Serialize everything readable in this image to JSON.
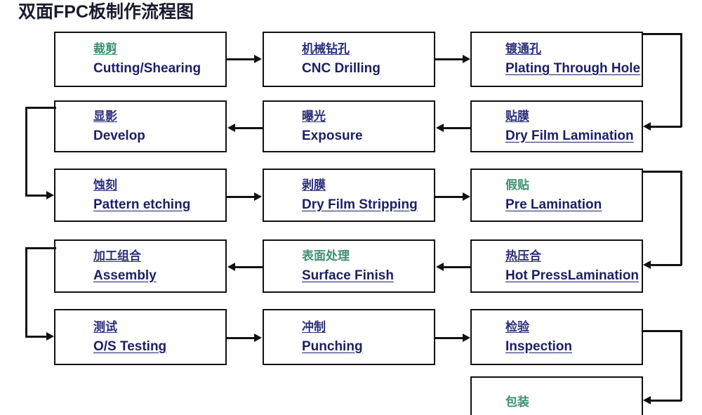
{
  "title": "双面FPC板制作流程图",
  "colors": {
    "box_border": "#111111",
    "text_navy": "#1b1f63",
    "text_cn_blue": "#2b2f7a",
    "text_cn_green": "#3f8f72",
    "background": "#ffffff",
    "connector": "#111111"
  },
  "nodes": [
    {
      "id": "cutting",
      "cn": "裁剪",
      "en": "Cutting/Shearing",
      "cn_color": "green",
      "row": 1,
      "col": 1
    },
    {
      "id": "drilling",
      "cn": "机械钻孔",
      "en": "CNC Drilling",
      "cn_color": "blue",
      "row": 1,
      "col": 2
    },
    {
      "id": "pth",
      "cn": "镀通孔",
      "en": "Plating Through Hole",
      "cn_color": "blue",
      "row": 1,
      "col": 3
    },
    {
      "id": "develop",
      "cn": "显影",
      "en": "Develop",
      "cn_color": "blue",
      "row": 2,
      "col": 1
    },
    {
      "id": "exposure",
      "cn": "曝光",
      "en": "Exposure",
      "cn_color": "blue",
      "row": 2,
      "col": 2
    },
    {
      "id": "dfl",
      "cn": "贴膜",
      "en": "Dry Film Lamination",
      "cn_color": "blue",
      "row": 2,
      "col": 3
    },
    {
      "id": "etching",
      "cn": "蚀刻",
      "en": "Pattern etching",
      "cn_color": "blue",
      "row": 3,
      "col": 1
    },
    {
      "id": "stripping",
      "cn": "剥膜",
      "en": "Dry Film Stripping",
      "cn_color": "blue",
      "row": 3,
      "col": 2
    },
    {
      "id": "prelam",
      "cn": "假贴",
      "en": " Pre Lamination",
      "cn_color": "green",
      "row": 3,
      "col": 3
    },
    {
      "id": "assembly",
      "cn": "加工组合",
      "en": "Assembly",
      "cn_color": "blue",
      "row": 4,
      "col": 1
    },
    {
      "id": "surface",
      "cn": "表面处理",
      "en": "Surface  Finish",
      "cn_color": "green",
      "row": 4,
      "col": 2
    },
    {
      "id": "hotpress",
      "cn": "热压合",
      "en": "Hot PressLamination",
      "cn_color": "blue",
      "row": 4,
      "col": 3
    },
    {
      "id": "testing",
      "cn": "测试",
      "en": "O/S Testing",
      "cn_color": "blue",
      "row": 5,
      "col": 1
    },
    {
      "id": "punching",
      "cn": "冲制",
      "en": "Punching",
      "cn_color": "blue",
      "row": 5,
      "col": 2
    },
    {
      "id": "inspection",
      "cn": "检验",
      "en": "Inspection",
      "cn_color": "blue",
      "row": 5,
      "col": 3
    },
    {
      "id": "packing",
      "cn": "包装",
      "en": "",
      "cn_color": "green",
      "row": 6,
      "col": 3
    }
  ],
  "flow_sequence": [
    "裁剪 Cutting/Shearing",
    "机械钻孔 CNC Drilling",
    "镀通孔 Plating Through Hole",
    "贴膜 Dry Film Lamination",
    "曝光 Exposure",
    "显影 Develop",
    "蚀刻 Pattern etching",
    "剥膜 Dry Film Stripping",
    "假贴 Pre Lamination",
    "热压合 Hot PressLamination",
    "表面处理 Surface Finish",
    "加工组合 Assembly",
    "测试 O/S Testing",
    "冲制 Punching",
    "检验 Inspection",
    "包装 Packing"
  ]
}
